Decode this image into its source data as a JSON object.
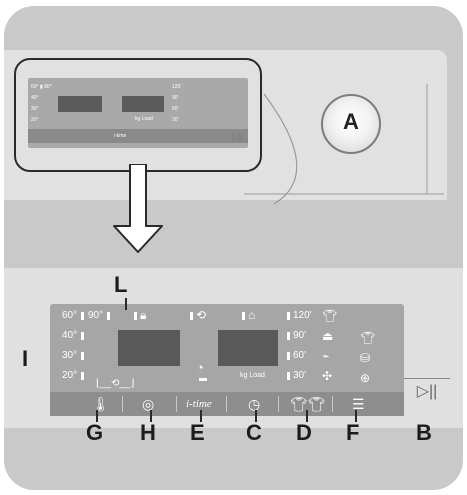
{
  "callout_upper": {
    "knob_letter": "A"
  },
  "mini_panel": {
    "temps_top": "60° ▮ 90°",
    "temp_40": "40°",
    "temp_30": "30°",
    "temp_20": "20°",
    "times": [
      "120'",
      "90'",
      "60'",
      "30'"
    ],
    "kg": "kg Load",
    "itime": "i-time",
    "play": "▷||"
  },
  "panel": {
    "temp_60": "60°",
    "temp_90": "90°",
    "temp_40": "40°",
    "temp_30": "30°",
    "temp_20": "20°",
    "time_120": "120'",
    "time_90": "90'",
    "time_60": "60'",
    "time_30": "30'",
    "kg_load": "kg Load",
    "itime": "i-time",
    "play": "▷||"
  },
  "letters": {
    "L": "L",
    "I": "I",
    "G": "G",
    "H": "H",
    "E": "E",
    "C": "C",
    "D": "D",
    "F": "F",
    "B": "B"
  },
  "icons": {
    "lock": "lock-icon",
    "spin": "spin-icon",
    "iron": "iron-icon",
    "shirt": "shirt-icon",
    "thermometer": "thermometer-icon",
    "swirl": "swirl-icon",
    "clock": "clock-icon",
    "shirts": "shirts-icon",
    "menu": "menu-icon",
    "play_pause": "play-pause-icon"
  }
}
